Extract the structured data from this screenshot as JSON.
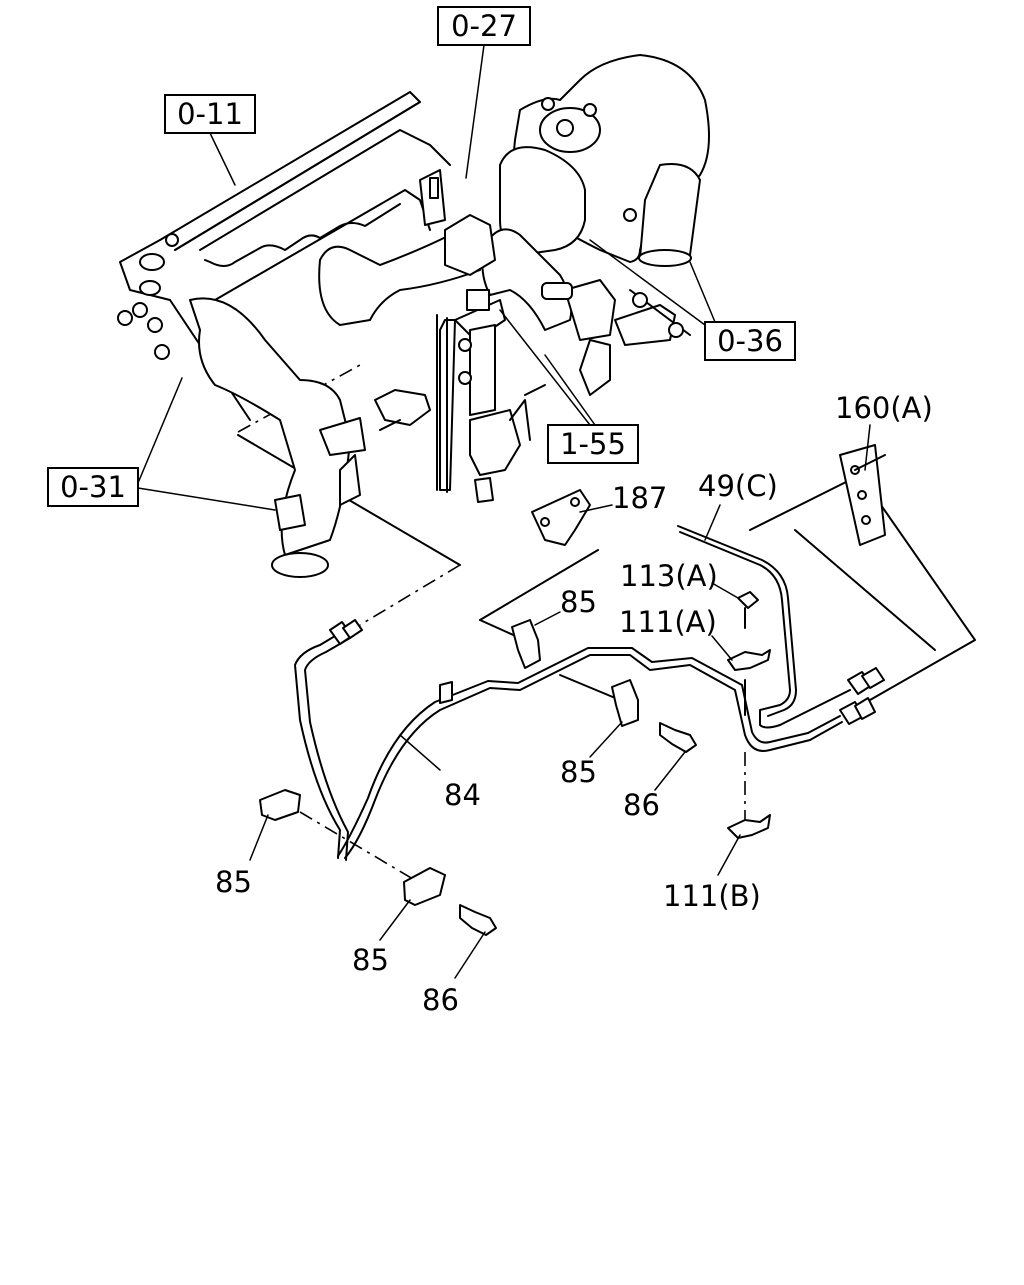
{
  "diagram": {
    "refs": {
      "ref_0_27": "0-27",
      "ref_0_11": "0-11",
      "ref_0_36": "0-36",
      "ref_1_55": "1-55",
      "ref_0_31": "0-31"
    },
    "parts": {
      "p160A": "160(A)",
      "p49C": "49(C)",
      "p187": "187",
      "p113A": "113(A)",
      "p85_a": "85",
      "p111A": "111(A)",
      "p85_b": "85",
      "p86_a": "86",
      "p84": "84",
      "p85_c": "85",
      "p111B": "111(B)",
      "p85_d": "85",
      "p86_b": "86"
    }
  }
}
